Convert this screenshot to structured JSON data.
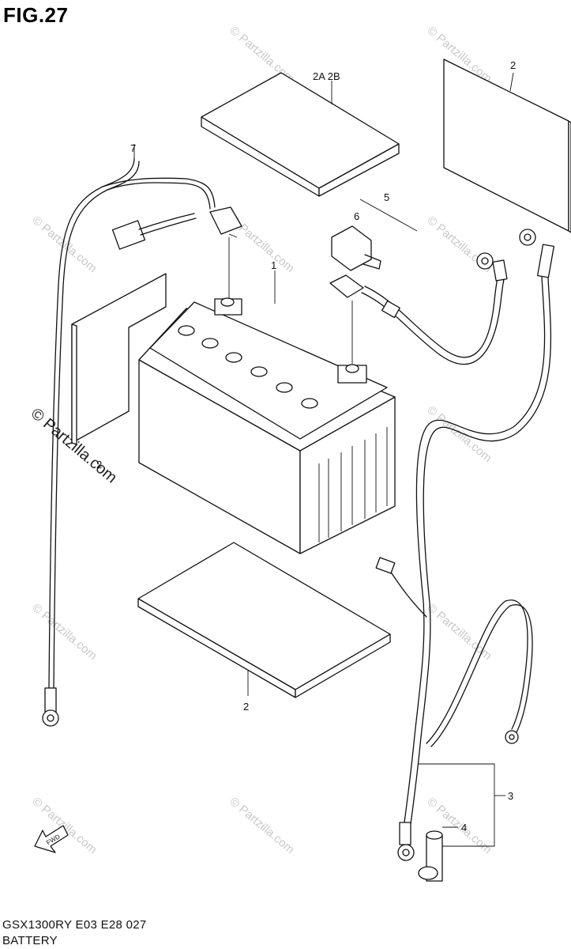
{
  "figure": {
    "title": "FIG.27"
  },
  "parts": {
    "p1": "1",
    "p2_top": "2",
    "p2_left": "2",
    "p2_bottom": "2",
    "p2a2b": "2A  2B",
    "p3": "3",
    "p4": "4",
    "p5": "5",
    "p6": "6",
    "p7": "7"
  },
  "watermark": {
    "text": "© Partzilla.com"
  },
  "fwd_arrow": "FWD",
  "footer": {
    "model_line": "GSX1300RY  E03  E28  027",
    "section": "BATTERY"
  }
}
